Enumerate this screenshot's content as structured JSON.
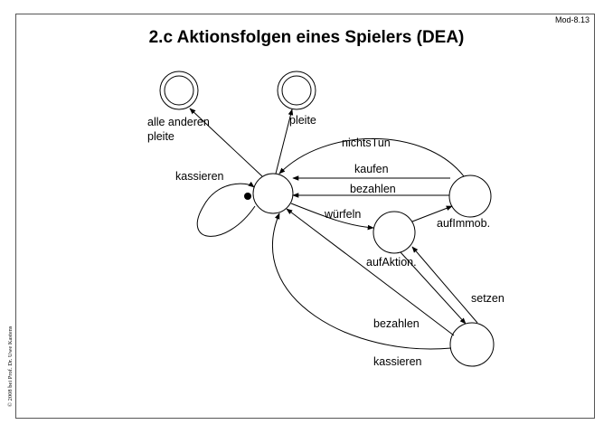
{
  "slide_id": "Mod-8.13",
  "title": "2.c Aktionsfolgen eines Spielers (DEA)",
  "copyright": "© 2008 bei Prof. Dr. Uwe Kastens",
  "labels": {
    "alle_anderen_line1": "alle anderen",
    "alle_anderen_line2": "pleite",
    "pleite": "pleite",
    "nichtstun": "nichtsTun",
    "kaufen": "kaufen",
    "kassieren_loop": "kassieren",
    "bezahlen_top": "bezahlen",
    "wuerfeln": "würfeln",
    "aufimmob": "aufImmob.",
    "aufaktion": "aufAktion.",
    "setzen": "setzen",
    "bezahlen_bottom": "bezahlen",
    "kassieren_bottom": "kassieren"
  }
}
